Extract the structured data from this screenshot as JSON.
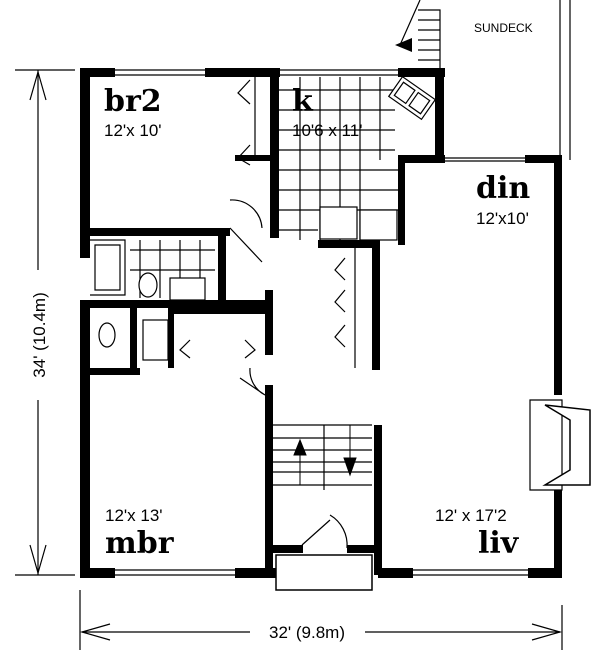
{
  "rooms": {
    "br2": {
      "name": "br2",
      "size": "12'x 10'"
    },
    "kitchen": {
      "name": "k",
      "size": "10'6 x 11'"
    },
    "dining": {
      "name": "din",
      "size": "12'x10'"
    },
    "master": {
      "name": "mbr",
      "size": "12'x 13'"
    },
    "living": {
      "name": "liv",
      "size": "12' x 17'2"
    }
  },
  "sundeck": "SUNDECK",
  "dimensions": {
    "height": "34' (10.4m)",
    "width": "32' (9.8m)"
  },
  "colors": {
    "ink": "#000000",
    "paper": "#ffffff"
  }
}
